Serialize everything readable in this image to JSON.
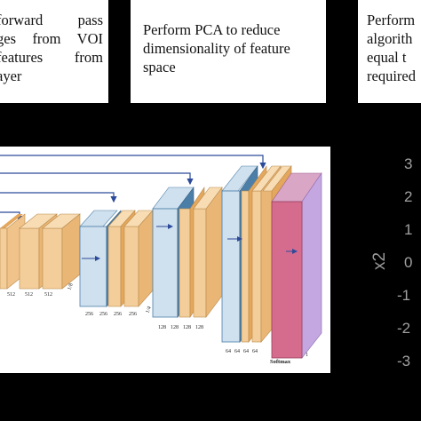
{
  "boxes": {
    "left_lines": [
      "forward pass",
      "ges from VOI",
      "features from",
      "ayer"
    ],
    "middle_text": "Perform PCA to reduce dimensionality of feature space",
    "right_lines": [
      "Perform",
      "algorith",
      "equal  t",
      "required"
    ]
  },
  "network": {
    "block1_channels": [
      "512",
      "512",
      "512"
    ],
    "block2_channels": [
      "256",
      "256",
      "256",
      "256"
    ],
    "block3_channels": [
      "128",
      "128",
      "128",
      "128"
    ],
    "block4_channels": [
      "64",
      "64",
      "64",
      "64"
    ],
    "block2_side_label": "1/8",
    "block3_side_label": "1/4",
    "output_label": "Softmax",
    "output_side_label": "1"
  },
  "plot": {
    "ylabel": "x2",
    "y_ticks": [
      "3",
      "2",
      "1",
      "0",
      "-1",
      "-2",
      "-3"
    ]
  },
  "colors": {
    "orange_face": "#f4ce9a",
    "orange_side": "#e4a75c",
    "blue_side": "#4c7fa8",
    "pink": "#d56c8d",
    "purple": "#c4a7e0",
    "arrow": "#2c4a9a"
  }
}
